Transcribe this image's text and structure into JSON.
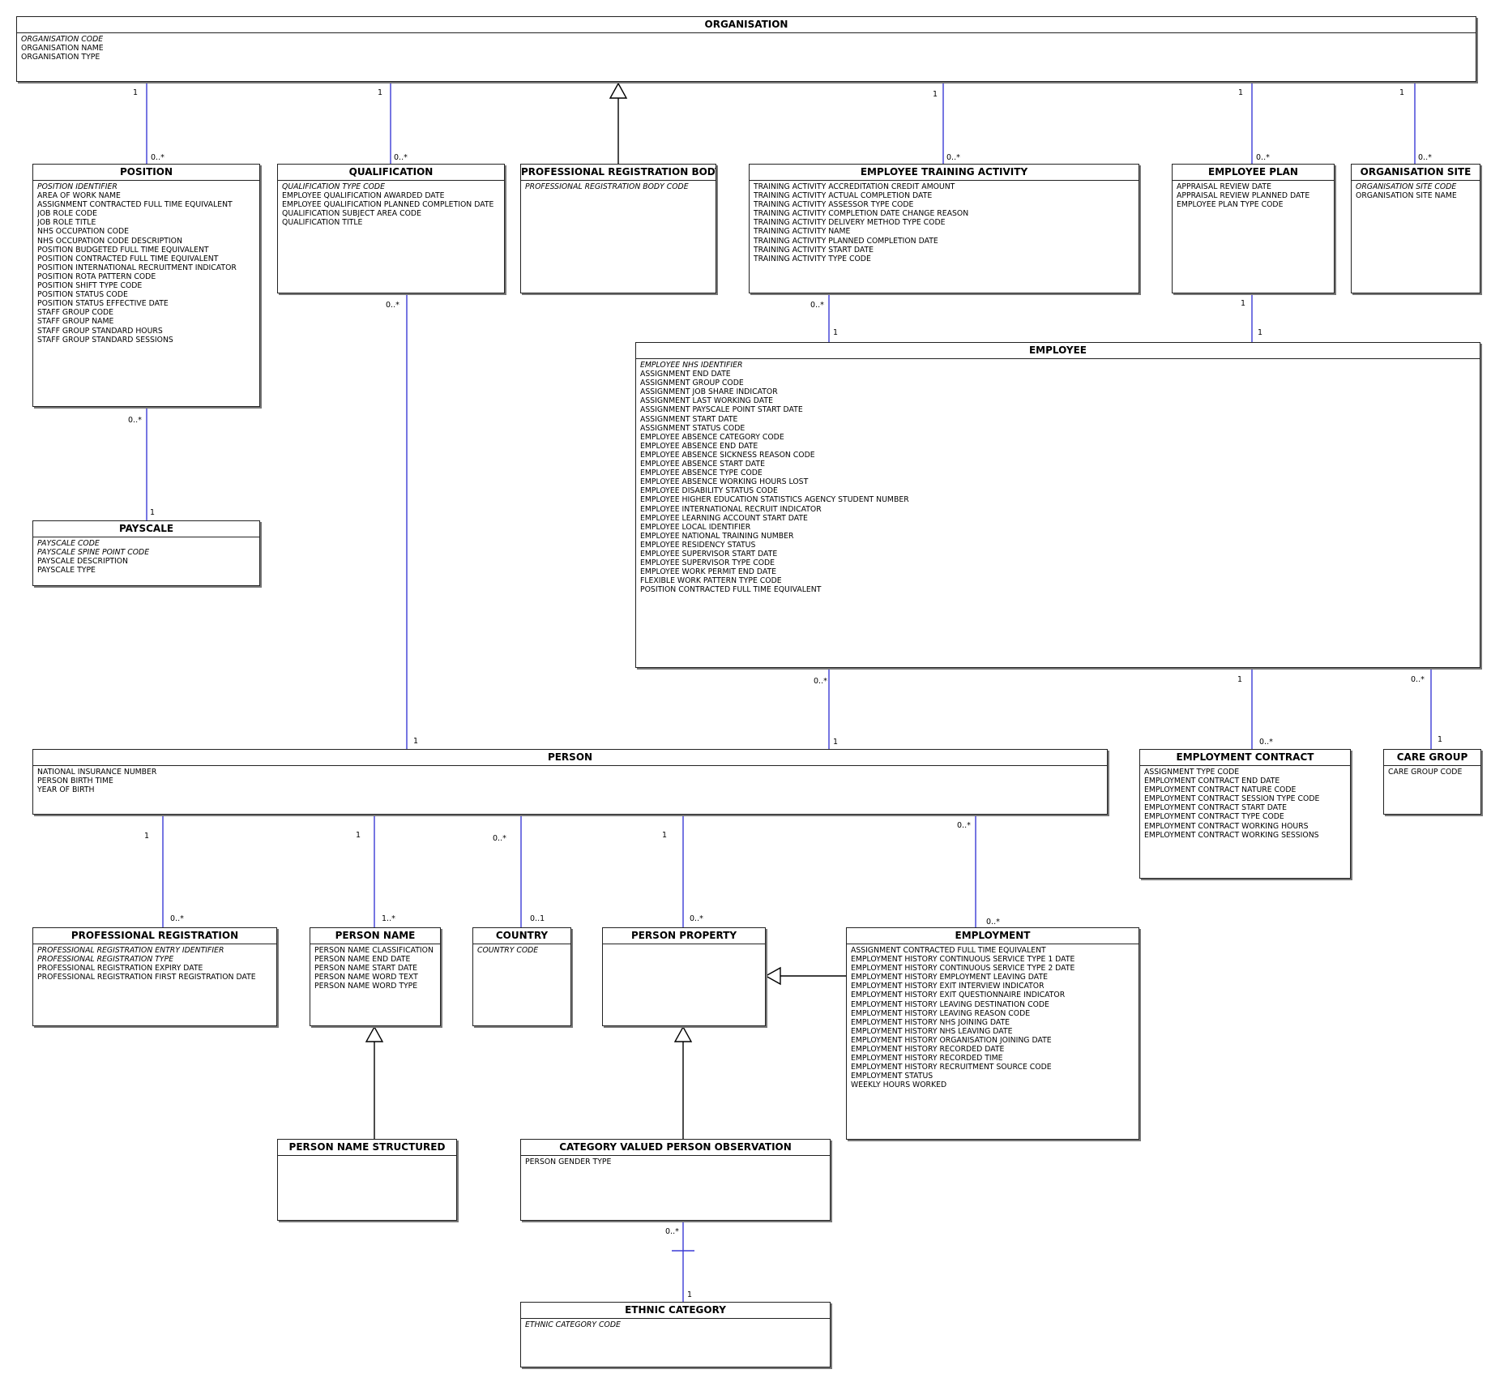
{
  "colors": {
    "association": "#3c3cd6",
    "generalization": "#000000",
    "border": "#222222"
  },
  "classes": [
    {
      "id": "organisation",
      "name": "ORGANISATION",
      "attributes": [
        {
          "text": "ORGANISATION CODE",
          "key": true
        },
        {
          "text": "ORGANISATION NAME",
          "key": false
        },
        {
          "text": "ORGANISATION TYPE",
          "key": false
        }
      ]
    },
    {
      "id": "position",
      "name": "POSITION",
      "attributes": [
        {
          "text": "POSITION IDENTIFIER",
          "key": true
        },
        {
          "text": "AREA OF WORK NAME",
          "key": false
        },
        {
          "text": "ASSIGNMENT CONTRACTED FULL TIME EQUIVALENT",
          "key": false
        },
        {
          "text": "JOB ROLE CODE",
          "key": false
        },
        {
          "text": "JOB ROLE TITLE",
          "key": false
        },
        {
          "text": "NHS OCCUPATION CODE",
          "key": false
        },
        {
          "text": "NHS OCCUPATION CODE DESCRIPTION",
          "key": false
        },
        {
          "text": "POSITION BUDGETED FULL TIME EQUIVALENT",
          "key": false
        },
        {
          "text": "POSITION CONTRACTED FULL TIME EQUIVALENT",
          "key": false
        },
        {
          "text": "POSITION INTERNATIONAL RECRUITMENT INDICATOR",
          "key": false
        },
        {
          "text": "POSITION ROTA PATTERN CODE",
          "key": false
        },
        {
          "text": "POSITION SHIFT TYPE CODE",
          "key": false
        },
        {
          "text": "POSITION STATUS CODE",
          "key": false
        },
        {
          "text": "POSITION STATUS EFFECTIVE DATE",
          "key": false
        },
        {
          "text": "STAFF GROUP CODE",
          "key": false
        },
        {
          "text": "STAFF GROUP NAME",
          "key": false
        },
        {
          "text": "STAFF GROUP STANDARD HOURS",
          "key": false
        },
        {
          "text": "STAFF GROUP STANDARD SESSIONS",
          "key": false
        }
      ]
    },
    {
      "id": "qualification",
      "name": "QUALIFICATION",
      "attributes": [
        {
          "text": "QUALIFICATION TYPE CODE",
          "key": true
        },
        {
          "text": "EMPLOYEE QUALIFICATION AWARDED DATE",
          "key": false
        },
        {
          "text": "EMPLOYEE QUALIFICATION PLANNED COMPLETION DATE",
          "key": false
        },
        {
          "text": "QUALIFICATION SUBJECT AREA CODE",
          "key": false
        },
        {
          "text": "QUALIFICATION TITLE",
          "key": false
        }
      ]
    },
    {
      "id": "prb",
      "name": "PROFESSIONAL REGISTRATION BODY",
      "attributes": [
        {
          "text": "PROFESSIONAL REGISTRATION BODY CODE",
          "key": true
        }
      ]
    },
    {
      "id": "eta",
      "name": "EMPLOYEE TRAINING ACTIVITY",
      "attributes": [
        {
          "text": "TRAINING ACTIVITY ACCREDITATION  CREDIT AMOUNT",
          "key": false
        },
        {
          "text": "TRAINING ACTIVITY ACTUAL COMPLETION DATE",
          "key": false
        },
        {
          "text": "TRAINING ACTIVITY ASSESSOR TYPE CODE",
          "key": false
        },
        {
          "text": "TRAINING ACTIVITY COMPLETION DATE CHANGE REASON",
          "key": false
        },
        {
          "text": "TRAINING ACTIVITY DELIVERY METHOD TYPE CODE",
          "key": false
        },
        {
          "text": "TRAINING ACTIVITY NAME",
          "key": false
        },
        {
          "text": "TRAINING ACTIVITY PLANNED COMPLETION DATE",
          "key": false
        },
        {
          "text": "TRAINING ACTIVITY START DATE",
          "key": false
        },
        {
          "text": "TRAINING ACTIVITY TYPE CODE",
          "key": false
        }
      ]
    },
    {
      "id": "eplan",
      "name": "EMPLOYEE PLAN",
      "attributes": [
        {
          "text": "APPRAISAL REVIEW DATE",
          "key": false
        },
        {
          "text": "APPRAISAL REVIEW PLANNED DATE",
          "key": false
        },
        {
          "text": "EMPLOYEE PLAN TYPE CODE",
          "key": false
        }
      ]
    },
    {
      "id": "osite",
      "name": "ORGANISATION SITE",
      "attributes": [
        {
          "text": "ORGANISATION SITE CODE",
          "key": true
        },
        {
          "text": "ORGANISATION SITE NAME",
          "key": false
        }
      ]
    },
    {
      "id": "employee",
      "name": "EMPLOYEE",
      "attributes": [
        {
          "text": "EMPLOYEE NHS IDENTIFIER",
          "key": true
        },
        {
          "text": "ASSIGNMENT END DATE",
          "key": false
        },
        {
          "text": "ASSIGNMENT GROUP CODE",
          "key": false
        },
        {
          "text": "ASSIGNMENT JOB SHARE INDICATOR",
          "key": false
        },
        {
          "text": "ASSIGNMENT LAST WORKING DATE",
          "key": false
        },
        {
          "text": "ASSIGNMENT PAYSCALE POINT START DATE",
          "key": false
        },
        {
          "text": "ASSIGNMENT START DATE",
          "key": false
        },
        {
          "text": "ASSIGNMENT STATUS CODE",
          "key": false
        },
        {
          "text": "EMPLOYEE ABSENCE CATEGORY CODE",
          "key": false
        },
        {
          "text": "EMPLOYEE ABSENCE END DATE",
          "key": false
        },
        {
          "text": "EMPLOYEE ABSENCE SICKNESS REASON CODE",
          "key": false
        },
        {
          "text": "EMPLOYEE ABSENCE START DATE",
          "key": false
        },
        {
          "text": "EMPLOYEE ABSENCE TYPE CODE",
          "key": false
        },
        {
          "text": "EMPLOYEE ABSENCE WORKING HOURS LOST",
          "key": false
        },
        {
          "text": "EMPLOYEE DISABILITY STATUS CODE",
          "key": false
        },
        {
          "text": "EMPLOYEE HIGHER EDUCATION STATISTICS AGENCY STUDENT NUMBER",
          "key": false
        },
        {
          "text": "EMPLOYEE INTERNATIONAL RECRUIT INDICATOR",
          "key": false
        },
        {
          "text": "EMPLOYEE LEARNING ACCOUNT START DATE",
          "key": false
        },
        {
          "text": "EMPLOYEE LOCAL IDENTIFIER",
          "key": false
        },
        {
          "text": "EMPLOYEE NATIONAL TRAINING NUMBER",
          "key": false
        },
        {
          "text": "EMPLOYEE RESIDENCY STATUS",
          "key": false
        },
        {
          "text": "EMPLOYEE SUPERVISOR START DATE",
          "key": false
        },
        {
          "text": "EMPLOYEE SUPERVISOR TYPE CODE",
          "key": false
        },
        {
          "text": "EMPLOYEE WORK PERMIT END DATE",
          "key": false
        },
        {
          "text": "FLEXIBLE WORK PATTERN TYPE CODE",
          "key": false
        },
        {
          "text": "POSITION CONTRACTED FULL TIME EQUIVALENT",
          "key": false
        }
      ]
    },
    {
      "id": "payscale",
      "name": "PAYSCALE",
      "attributes": [
        {
          "text": "PAYSCALE CODE",
          "key": true
        },
        {
          "text": "PAYSCALE SPINE POINT CODE",
          "key": true
        },
        {
          "text": "PAYSCALE DESCRIPTION",
          "key": false
        },
        {
          "text": "PAYSCALE TYPE",
          "key": false
        }
      ]
    },
    {
      "id": "person",
      "name": "PERSON",
      "attributes": [
        {
          "text": "NATIONAL INSURANCE NUMBER",
          "key": false
        },
        {
          "text": "PERSON BIRTH TIME",
          "key": false
        },
        {
          "text": "YEAR OF BIRTH",
          "key": false
        }
      ]
    },
    {
      "id": "econtract",
      "name": "EMPLOYMENT CONTRACT",
      "attributes": [
        {
          "text": "ASSIGNMENT TYPE CODE",
          "key": false
        },
        {
          "text": "EMPLOYMENT CONTRACT END DATE",
          "key": false
        },
        {
          "text": "EMPLOYMENT CONTRACT NATURE CODE",
          "key": false
        },
        {
          "text": "EMPLOYMENT CONTRACT SESSION TYPE CODE",
          "key": false
        },
        {
          "text": "EMPLOYMENT CONTRACT START DATE",
          "key": false
        },
        {
          "text": "EMPLOYMENT CONTRACT TYPE CODE",
          "key": false
        },
        {
          "text": "EMPLOYMENT CONTRACT WORKING HOURS",
          "key": false
        },
        {
          "text": "EMPLOYMENT CONTRACT WORKING SESSIONS",
          "key": false
        }
      ]
    },
    {
      "id": "caregroup",
      "name": "CARE GROUP",
      "attributes": [
        {
          "text": "CARE GROUP CODE",
          "key": false
        }
      ]
    },
    {
      "id": "profreg",
      "name": "PROFESSIONAL REGISTRATION",
      "attributes": [
        {
          "text": "PROFESSIONAL REGISTRATION ENTRY IDENTIFIER",
          "key": true
        },
        {
          "text": "PROFESSIONAL REGISTRATION TYPE",
          "key": true
        },
        {
          "text": "PROFESSIONAL REGISTRATION EXPIRY DATE",
          "key": false
        },
        {
          "text": "PROFESSIONAL REGISTRATION FIRST REGISTRATION DATE",
          "key": false
        }
      ]
    },
    {
      "id": "pname",
      "name": "PERSON NAME",
      "attributes": [
        {
          "text": "PERSON NAME CLASSIFICATION",
          "key": false
        },
        {
          "text": "PERSON NAME END DATE",
          "key": false
        },
        {
          "text": "PERSON NAME START DATE",
          "key": false
        },
        {
          "text": "PERSON NAME WORD TEXT",
          "key": false
        },
        {
          "text": "PERSON NAME WORD TYPE",
          "key": false
        }
      ]
    },
    {
      "id": "country",
      "name": "COUNTRY",
      "attributes": [
        {
          "text": "COUNTRY CODE",
          "key": true
        }
      ]
    },
    {
      "id": "pprop",
      "name": "PERSON PROPERTY",
      "attributes": []
    },
    {
      "id": "employment",
      "name": "EMPLOYMENT",
      "attributes": [
        {
          "text": "ASSIGNMENT CONTRACTED FULL TIME EQUIVALENT",
          "key": false
        },
        {
          "text": "EMPLOYMENT HISTORY CONTINUOUS SERVICE TYPE 1 DATE",
          "key": false
        },
        {
          "text": "EMPLOYMENT HISTORY CONTINUOUS SERVICE TYPE 2 DATE",
          "key": false
        },
        {
          "text": "EMPLOYMENT HISTORY EMPLOYMENT LEAVING DATE",
          "key": false
        },
        {
          "text": "EMPLOYMENT HISTORY EXIT INTERVIEW INDICATOR",
          "key": false
        },
        {
          "text": "EMPLOYMENT HISTORY EXIT QUESTIONNAIRE INDICATOR",
          "key": false
        },
        {
          "text": "EMPLOYMENT HISTORY LEAVING DESTINATION CODE",
          "key": false
        },
        {
          "text": "EMPLOYMENT HISTORY LEAVING REASON CODE",
          "key": false
        },
        {
          "text": "EMPLOYMENT HISTORY NHS JOINING DATE",
          "key": false
        },
        {
          "text": "EMPLOYMENT HISTORY NHS LEAVING DATE",
          "key": false
        },
        {
          "text": "EMPLOYMENT HISTORY ORGANISATION JOINING DATE",
          "key": false
        },
        {
          "text": "EMPLOYMENT HISTORY RECORDED DATE",
          "key": false
        },
        {
          "text": "EMPLOYMENT HISTORY RECORDED TIME",
          "key": false
        },
        {
          "text": "EMPLOYMENT HISTORY RECRUITMENT SOURCE CODE",
          "key": false
        },
        {
          "text": "EMPLOYMENT STATUS",
          "key": false
        },
        {
          "text": "WEEKLY HOURS WORKED",
          "key": false
        }
      ]
    },
    {
      "id": "pnstruct",
      "name": "PERSON NAME STRUCTURED",
      "attributes": []
    },
    {
      "id": "cvpo",
      "name": "CATEGORY VALUED PERSON OBSERVATION",
      "attributes": [
        {
          "text": "PERSON GENDER TYPE",
          "key": false
        }
      ]
    },
    {
      "id": "ethnic",
      "name": "ETHNIC CATEGORY",
      "attributes": [
        {
          "text": "ETHNIC CATEGORY CODE",
          "key": true
        }
      ]
    }
  ],
  "associations": [
    {
      "from": "organisation",
      "to": "position",
      "from_mult": "1",
      "to_mult": "0..*"
    },
    {
      "from": "organisation",
      "to": "qualification",
      "from_mult": "1",
      "to_mult": "0..*"
    },
    {
      "from": "organisation",
      "to": "eta",
      "from_mult": "1",
      "to_mult": "0..*"
    },
    {
      "from": "organisation",
      "to": "eplan",
      "from_mult": "1",
      "to_mult": "0..*"
    },
    {
      "from": "organisation",
      "to": "osite",
      "from_mult": "1",
      "to_mult": "0..*"
    },
    {
      "from": "position",
      "to": "payscale",
      "from_mult": "0..*",
      "to_mult": "1"
    },
    {
      "from": "qualification",
      "to": "person",
      "from_mult": "0..*",
      "to_mult": "1"
    },
    {
      "from": "eta",
      "to": "employee",
      "from_mult": "0..*",
      "to_mult": "1"
    },
    {
      "from": "eplan",
      "to": "employee",
      "from_mult": "1",
      "to_mult": "1"
    },
    {
      "from": "employee",
      "to": "person",
      "from_mult": "0..*",
      "to_mult": "1"
    },
    {
      "from": "employee",
      "to": "econtract",
      "from_mult": "1",
      "to_mult": "0..*"
    },
    {
      "from": "employee",
      "to": "caregroup",
      "from_mult": "0..*",
      "to_mult": "1"
    },
    {
      "from": "person",
      "to": "profreg",
      "from_mult": "1",
      "to_mult": "0..*"
    },
    {
      "from": "person",
      "to": "pname",
      "from_mult": "1",
      "to_mult": "1..*"
    },
    {
      "from": "person",
      "to": "country",
      "from_mult": "0..*",
      "to_mult": "0..1"
    },
    {
      "from": "person",
      "to": "pprop",
      "from_mult": "1",
      "to_mult": "0..*"
    },
    {
      "from": "person",
      "to": "employment",
      "from_mult": "0..*",
      "to_mult": "0..*"
    },
    {
      "from": "cvpo",
      "to": "ethnic",
      "from_mult": "0..*",
      "to_mult": "1"
    }
  ],
  "generalizations": [
    {
      "child": "prb",
      "parent": "organisation"
    },
    {
      "child": "employment",
      "parent": "pprop"
    },
    {
      "child": "pnstruct",
      "parent": "pname"
    },
    {
      "child": "cvpo",
      "parent": "pprop"
    }
  ]
}
